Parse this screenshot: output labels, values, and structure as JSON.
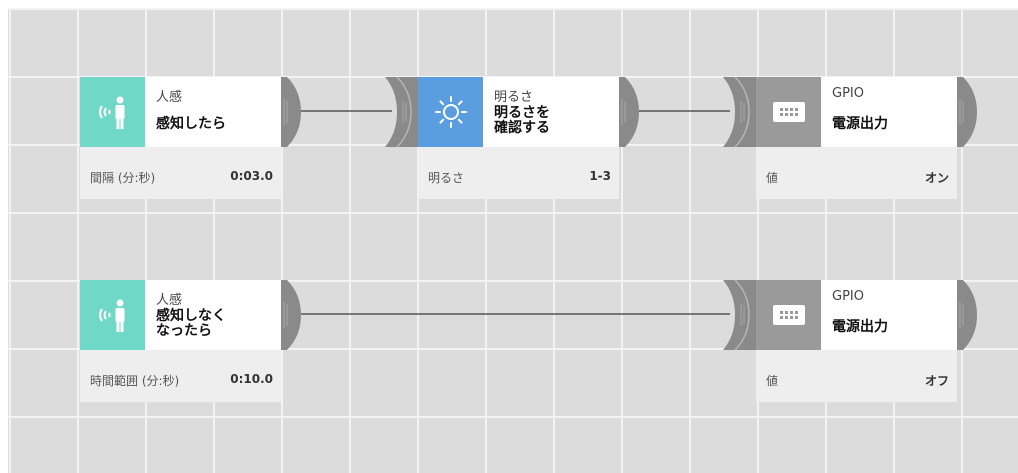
{
  "colors": {
    "canvas": "#dcdcdc",
    "grid_line": "#f3f3f3",
    "sensor_icon_bg": "#6fd8c7",
    "brightness_icon_bg": "#5b9ee0",
    "gpio_icon_bg": "#9a9a9a",
    "port": "#8a8a8a",
    "connector": "#555555"
  },
  "nodes": [
    {
      "icon": "motion-sensor-icon",
      "category": "人感",
      "action": "感知したら",
      "param_label": "間隔 (分:秒)",
      "param_value": "0:03.0"
    },
    {
      "icon": "brightness-sun-icon",
      "category": "明るさ",
      "action_line1": "明るさを",
      "action_line2": "確認する",
      "param_label": "明るさ",
      "param_value": "1-3"
    },
    {
      "icon": "gpio-chip-icon",
      "category": "GPIO",
      "action": "電源出力",
      "param_label": "値",
      "param_value": "オン"
    },
    {
      "icon": "motion-sensor-icon",
      "category": "人感",
      "action_line1": "感知しなく",
      "action_line2": "なったら",
      "param_label": "時間範囲 (分:秒)",
      "param_value": "0:10.0"
    },
    {
      "icon": "gpio-chip-icon",
      "category": "GPIO",
      "action": "電源出力",
      "param_label": "値",
      "param_value": "オフ"
    }
  ]
}
